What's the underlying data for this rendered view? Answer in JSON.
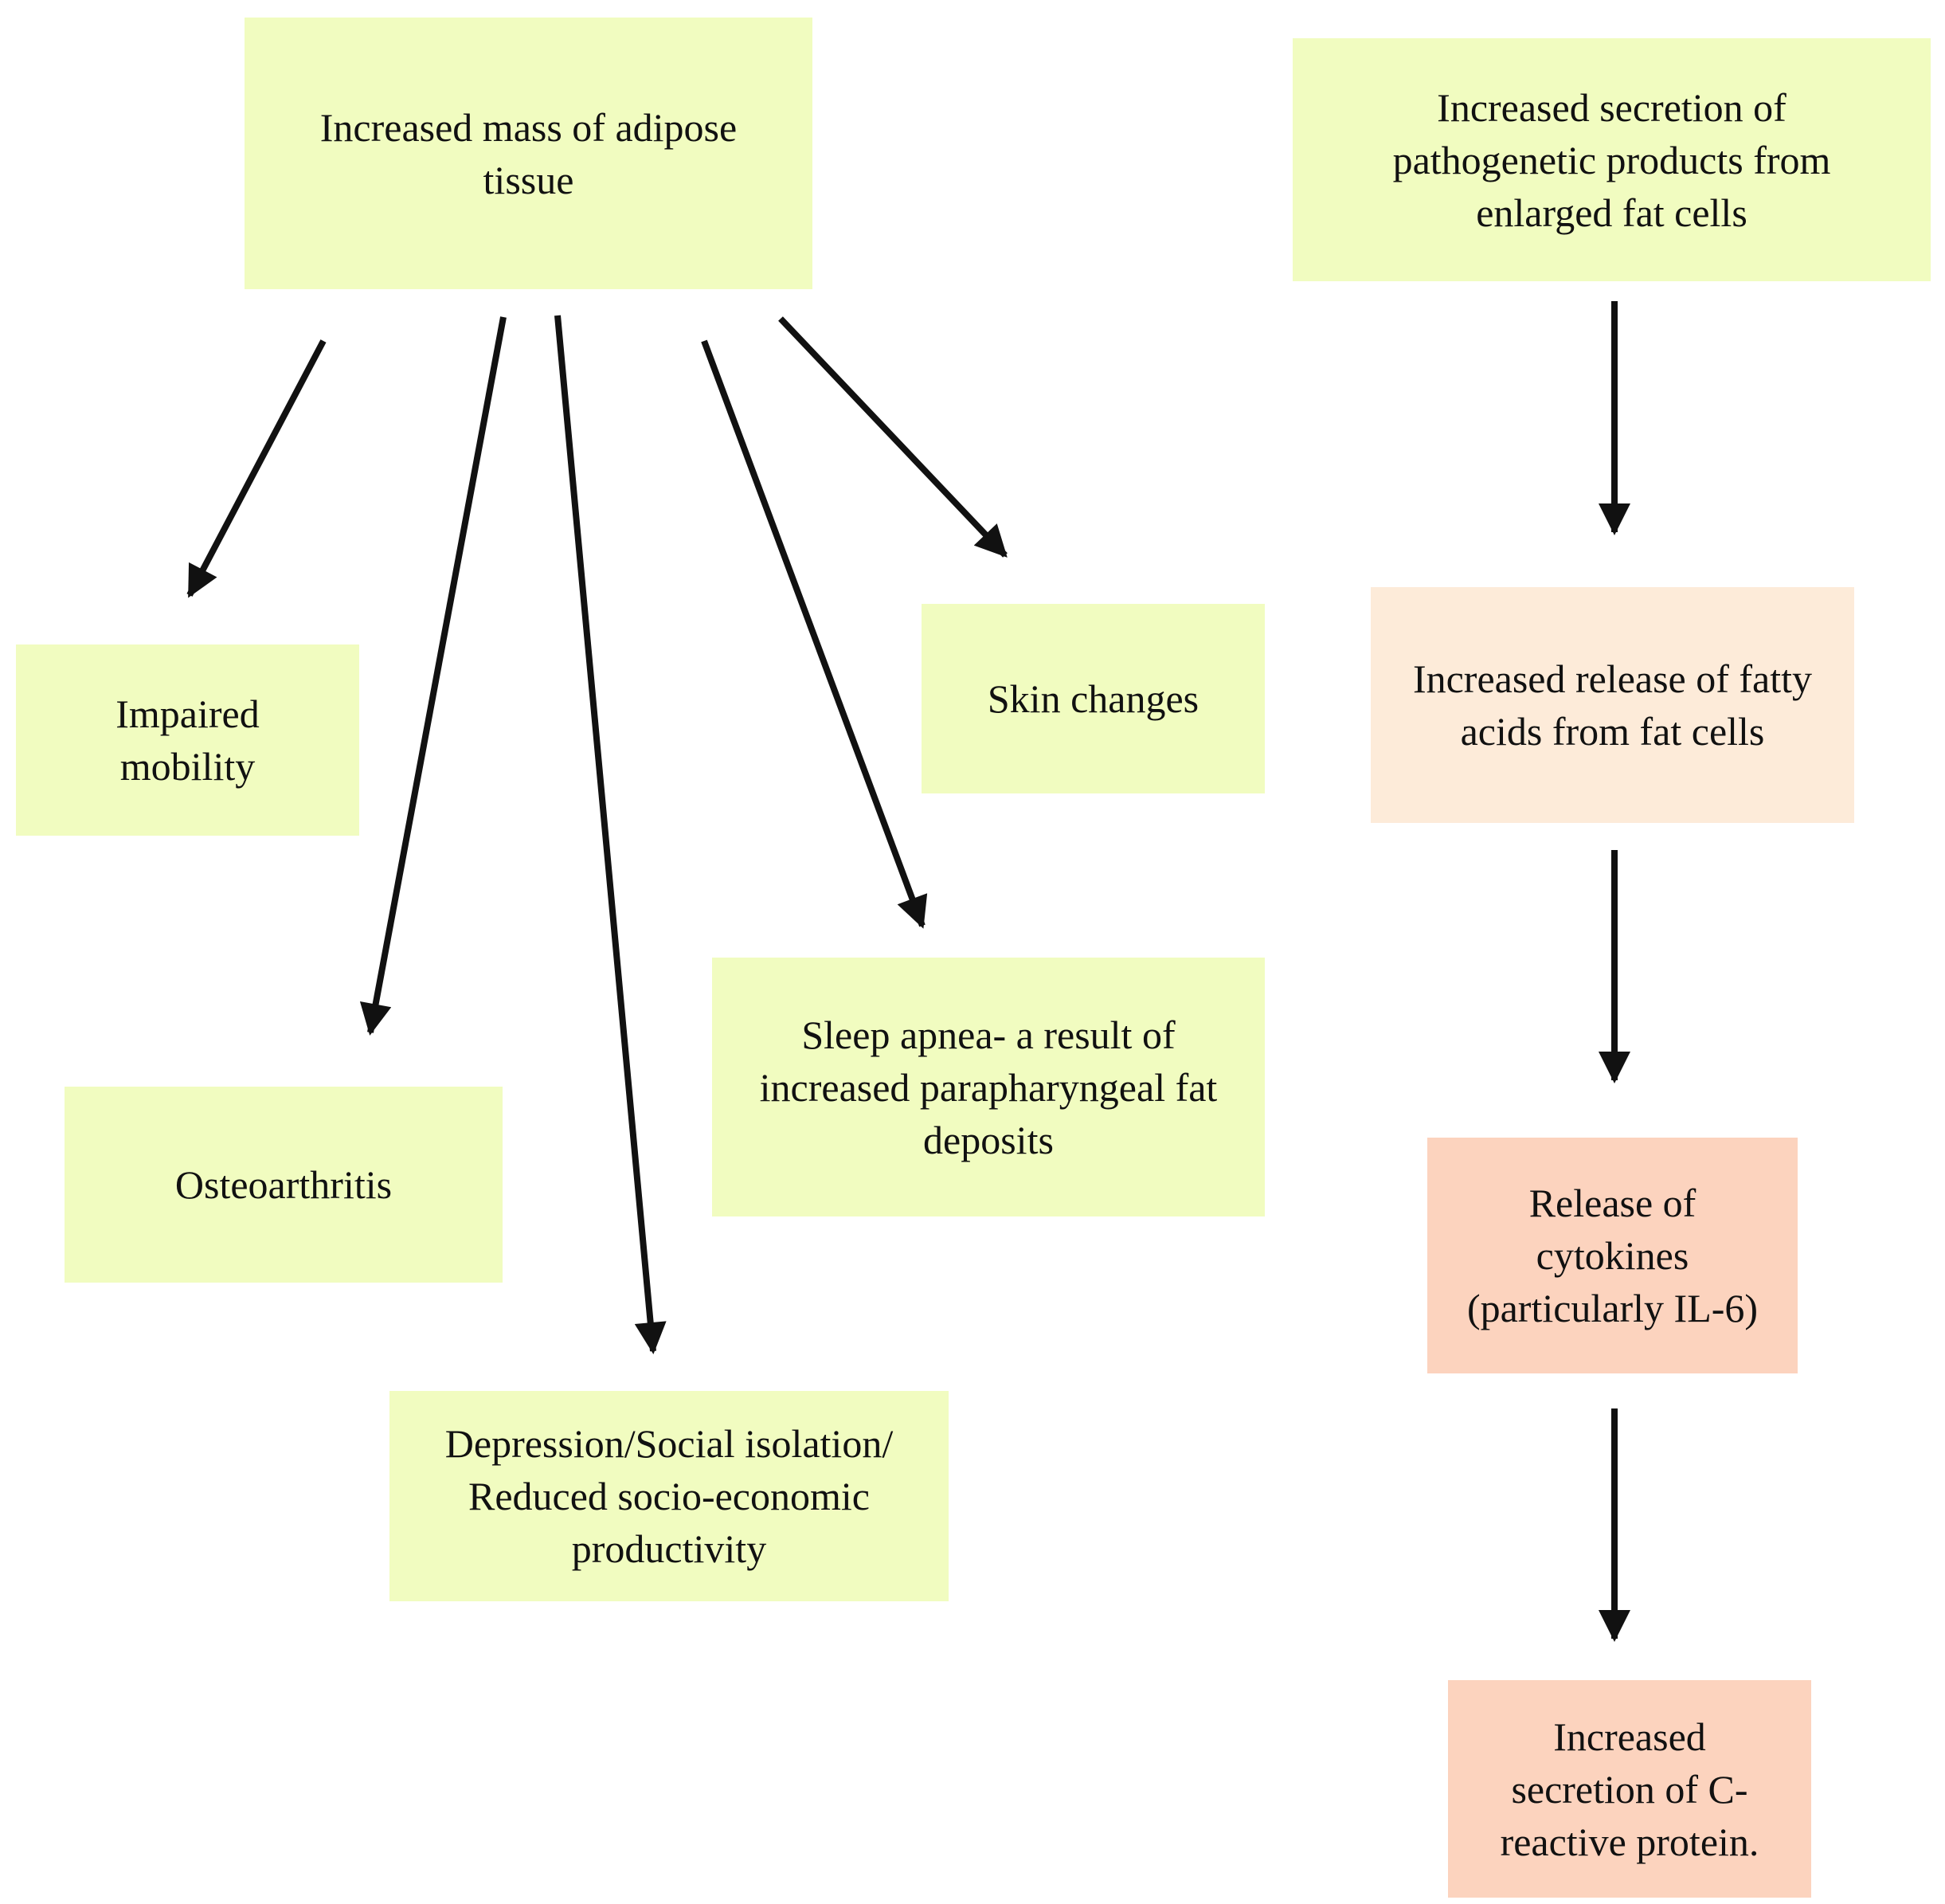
{
  "colors": {
    "green": "#f1fcc0",
    "peach": "#fdebd9",
    "salmon": "#fcd3be",
    "arrow": "#111111"
  },
  "nodes": {
    "adipose": {
      "text": "Increased mass of adipose\ntissue"
    },
    "secretion": {
      "text": "Increased secretion of\npathogenetic products from\nenlarged fat cells"
    },
    "mobility": {
      "text": "Impaired\nmobility"
    },
    "skin": {
      "text": "Skin changes"
    },
    "fatty_acids": {
      "text": "Increased release of fatty\nacids from fat cells"
    },
    "sleep_apnea": {
      "text": "Sleep apnea- a result of\nincreased parapharyngeal fat\ndeposits"
    },
    "osteoarthritis": {
      "text": "Osteoarthritis"
    },
    "cytokines": {
      "text": "Release of\ncytokines\n(particularly IL-6)"
    },
    "depression": {
      "text": "Depression/Social isolation/\nReduced socio-economic\nproductivity"
    },
    "crp": {
      "text": "Increased\nsecretion of C-\nreactive protein."
    }
  },
  "edges": [
    {
      "from": "adipose",
      "to": "mobility"
    },
    {
      "from": "adipose",
      "to": "osteoarthritis"
    },
    {
      "from": "adipose",
      "to": "depression"
    },
    {
      "from": "adipose",
      "to": "sleep_apnea"
    },
    {
      "from": "adipose",
      "to": "skin"
    },
    {
      "from": "secretion",
      "to": "fatty_acids"
    },
    {
      "from": "fatty_acids",
      "to": "cytokines"
    },
    {
      "from": "cytokines",
      "to": "crp"
    }
  ]
}
